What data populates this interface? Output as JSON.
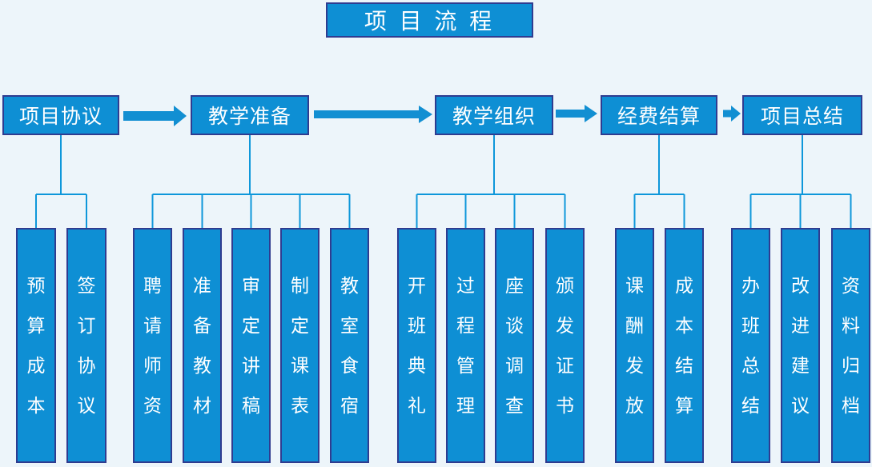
{
  "title": "项 目 流 程",
  "colors": {
    "background": "#EDF5FA",
    "box_fill": "#0E8FD4",
    "box_border": "#2F3C90",
    "connector": "#0E97DA",
    "arrow": "#128FD2",
    "text": "#FFFFFF"
  },
  "stages": [
    {
      "label": "项目协议",
      "children": [
        "预算成本",
        "签订协议"
      ]
    },
    {
      "label": "教学准备",
      "children": [
        "聘请师资",
        "准备教材",
        "审定讲稿",
        "制定课表",
        "教室食宿"
      ]
    },
    {
      "label": "教学组织",
      "children": [
        "开班典礼",
        "过程管理",
        "座谈调查",
        "颁发证书"
      ]
    },
    {
      "label": "经费结算",
      "children": [
        "课酬发放",
        "成本结算"
      ]
    },
    {
      "label": "项目总结",
      "children": [
        "办班总结",
        "改进建议",
        "资料归档"
      ]
    }
  ]
}
